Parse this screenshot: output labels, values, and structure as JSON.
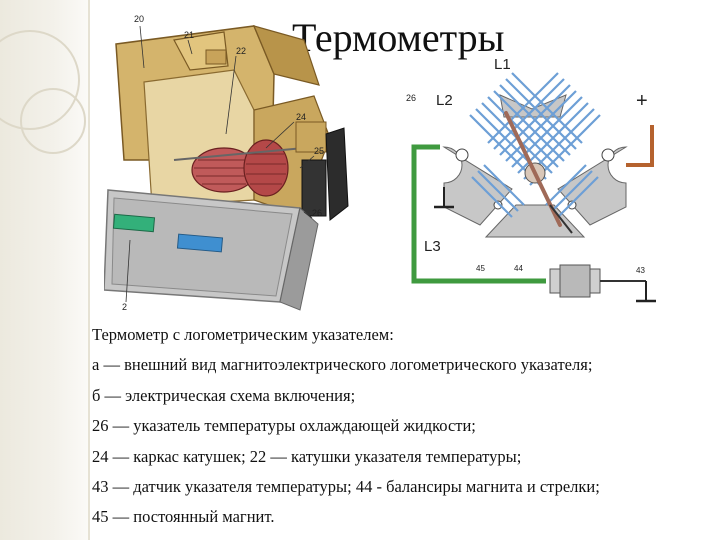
{
  "slide": {
    "title": "Термометры",
    "caption_lines": [
      "Термометр с логометрическим указателем:",
      "а — внешний вид магнитоэлектрического логометрического указателя;",
      "б — электрическая схема включения;",
      "26 — указатель температуры охлаждающей жидкости;",
      "24 — каркас катушек; 22 — катушки указателя температуры;",
      "43 — датчик указателя температуры; 44 - балансиры магнита и стрелки;",
      "45 — постоянный магнит."
    ]
  },
  "figure_a": {
    "callouts": [
      "20",
      "21",
      "22",
      "24",
      "25",
      "26",
      "2"
    ]
  },
  "figure_b": {
    "labels": {
      "l1": "L1",
      "l2": "L2",
      "l3": "L3",
      "plus": "+",
      "n26": "26",
      "n45": "45",
      "n44": "44",
      "n43": "43"
    }
  },
  "colors": {
    "housing": "#c9a75e",
    "coil": "#c05a5a",
    "coil_blue": "#6d9fd6",
    "wire_green": "#3f9a3f",
    "wire_copper": "#b5622e"
  }
}
